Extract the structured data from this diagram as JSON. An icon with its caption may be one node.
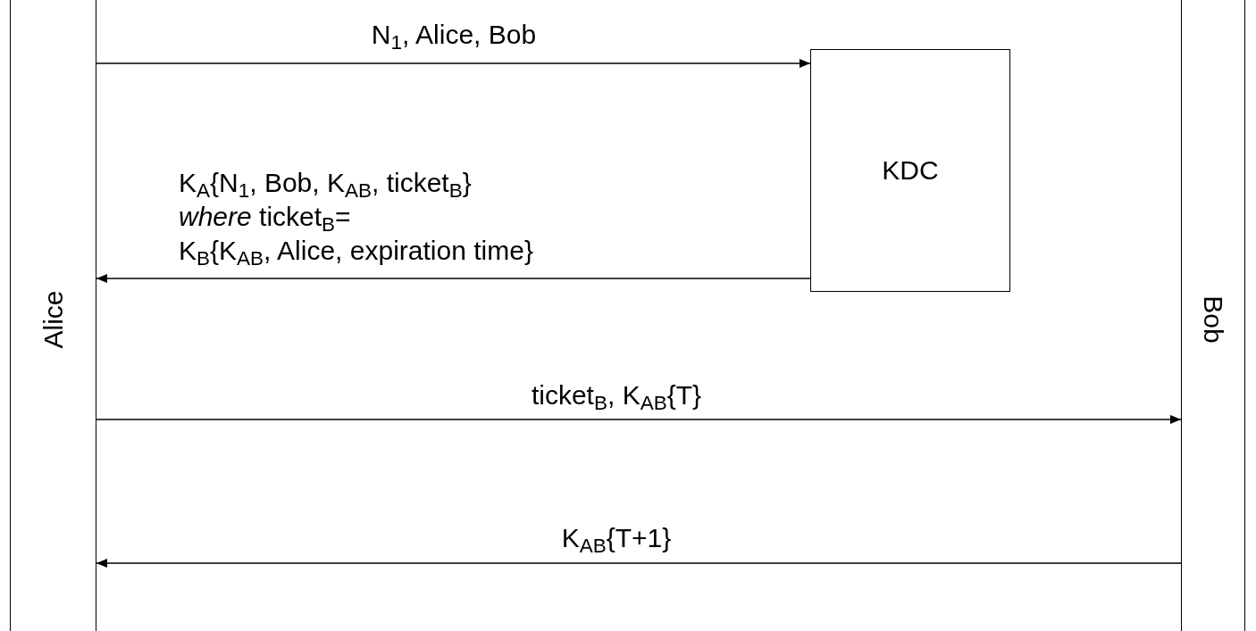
{
  "diagram": {
    "nodes": [
      {
        "text": [
          "Alice"
        ]
      },
      {
        "text": [
          "KDC"
        ]
      },
      {
        "text": [
          "Bob"
        ]
      }
    ],
    "edges": [
      {
        "from": 0,
        "to": 1,
        "arrow": "to",
        "label": "N$_{1}$, Alice, Bob"
      },
      {
        "from": 1,
        "to": 0,
        "arrow": "to",
        "label": "K$_{A}${N$_{1}$, Bob, K$_{AB}$, ticket$_{B}$} *where* ticket$_{B}$= K$_{B}${K$_{AB}$, Alice, expiration time}"
      },
      {
        "from": 0,
        "to": 2,
        "arrow": "to",
        "label": "ticket$_{B}$, K$_{AB}${T}"
      },
      {
        "from": 2,
        "to": 0,
        "arrow": "to",
        "label": "K$_{AB}${T+1}"
      }
    ]
  }
}
